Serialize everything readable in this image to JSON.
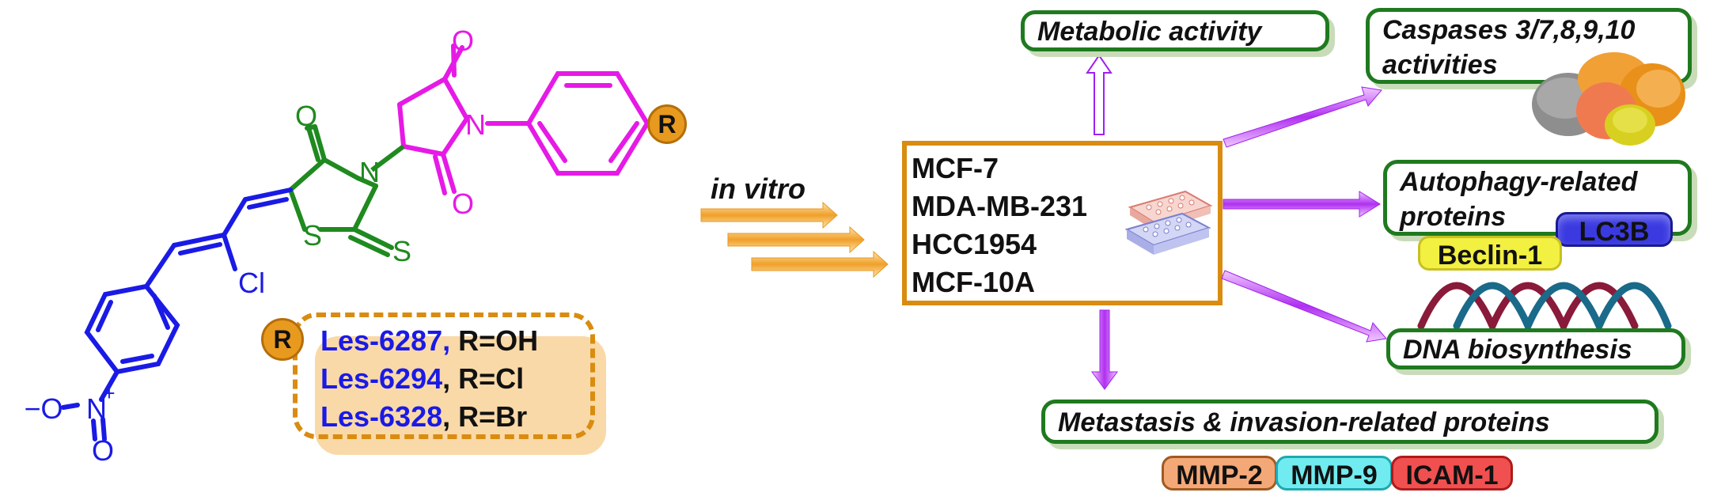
{
  "molecule": {
    "atoms": {
      "o_top": "O",
      "n_ring": "N",
      "o_bottom": "O",
      "o_thiazol": "O",
      "n_thiazol": "N",
      "s_ring": "S",
      "s_thione": "S",
      "cl": "Cl",
      "nitro_n": "N",
      "nitro_plus": "+",
      "nitro_o_minus": "−O",
      "nitro_o": "O",
      "r_group": "R"
    }
  },
  "derivatives": {
    "r_badge": "R",
    "items": [
      {
        "code": "Les-6287,",
        "sub": "R=OH"
      },
      {
        "code": "Les-6294",
        "sub": ", R=Cl"
      },
      {
        "code": "Les-6328",
        "sub": ", R=Br"
      }
    ]
  },
  "in_vitro_label": "in vitro",
  "cell_lines": [
    "MCF-7",
    "MDA-MB-231",
    "HCC1954",
    "MCF-10A"
  ],
  "outcomes": {
    "metabolic": "Metabolic activity",
    "caspases_line1": "Caspases 3/7,8,9,10",
    "caspases_line2": "activities",
    "autophagy_line1": "Autophagy-related",
    "autophagy_line2": "proteins",
    "dna": "DNA biosynthesis",
    "metastasis": "Metastasis & invasion-related proteins"
  },
  "markers": {
    "lc3b": "LC3B",
    "beclin": "Beclin-1",
    "mmp2": "MMP-2",
    "mmp9": "MMP-9",
    "icam1": "ICAM-1"
  },
  "colors": {
    "blue": "#1a1ae6",
    "green": "#1f8a1f",
    "magenta": "#e61ae6",
    "orange": "#e89a1f",
    "purple": "#a020f0",
    "box_border": "#d98c10",
    "green_border": "#1f7a1f"
  }
}
